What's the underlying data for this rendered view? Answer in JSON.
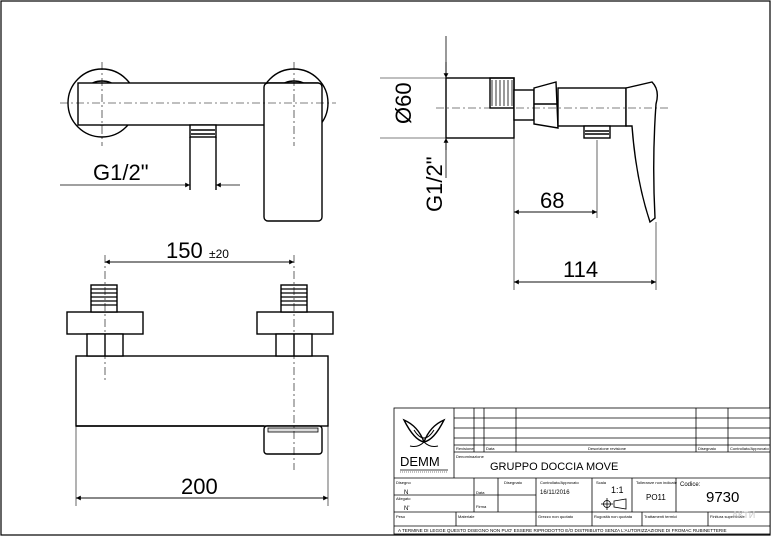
{
  "dimensions": {
    "thread_front": "G1/2\"",
    "thread_side": "G1/2\"",
    "diameter": "Ø60",
    "depth_68": "68",
    "depth_114": "114",
    "centers": "150",
    "centers_tol": "±20",
    "width": "200"
  },
  "title_block": {
    "logo_text": "DEMM",
    "revision_header": "Revisione",
    "date_header": "Data",
    "description_header": "Descrizione revisione",
    "drawn_header": "Disegnato",
    "checked_header": "Controllato/Approvato",
    "denomination_label": "Denominazione",
    "denomination": "GRUPPO DOCCIA MOVE",
    "drawing_label": "Disegno",
    "drawing_no": "N",
    "aloe_label": "Allegato",
    "aloe_no": "N'",
    "date_label": "Data",
    "date_value": "16/11/2016",
    "signature_label": "Firma",
    "scale_label": "Scala",
    "scale": "1:1",
    "tolerance_label": "Tolleranze non indicate",
    "tolerance": "PO11",
    "code_label": "Codice:",
    "code": "9730",
    "weight_label": "Peso",
    "material_label": "Materiale",
    "surface_label": "Grezzo non quotato",
    "roughness_label": "Rugosità non quotata",
    "treatment_label": "Trattamenti termici",
    "finish_label": "Finitura superficiale",
    "legal_note": "A TERMINE DI LEGGE QUESTO DISEGNO NON PUO' ESSERE RIPRODOTTO E/O DISTRIBUITO SENZA L'AUTORIZZAZIONE DI FROMAC RUBINETTERIE",
    "watermark": "АКТИ"
  }
}
